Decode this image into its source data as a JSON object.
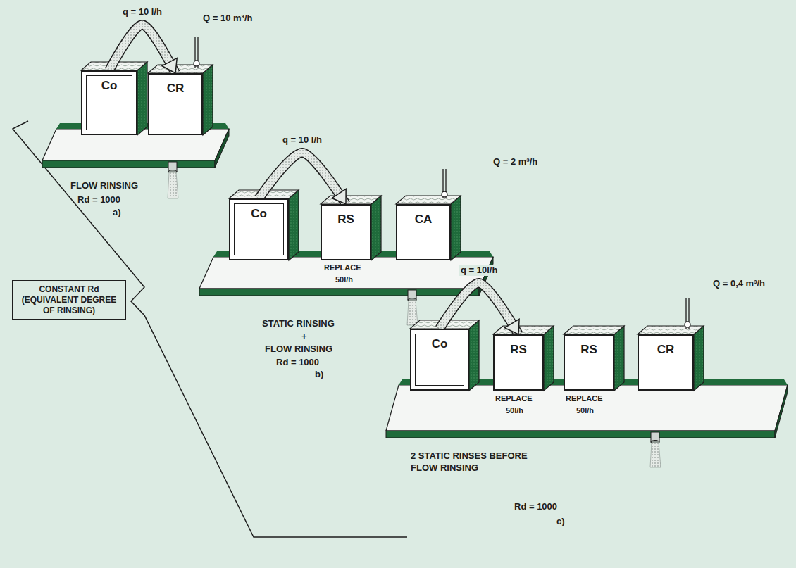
{
  "diagram": {
    "nodes": [
      {
        "text": [
          "Co"
        ]
      },
      {
        "text": [
          "CR"
        ]
      },
      {
        "text": [
          "Co"
        ]
      },
      {
        "text": [
          "RS"
        ]
      },
      {
        "text": [
          "CA"
        ]
      },
      {
        "text": [
          "CONSTANT Rd (EQUIVALENT DEGREE OF RINSING)"
        ]
      },
      {
        "text": [
          "Co"
        ]
      },
      {
        "text": [
          "RS"
        ]
      },
      {
        "text": [
          "RS"
        ]
      },
      {
        "text": [
          "CR"
        ]
      }
    ],
    "edges": [
      {
        "from": 0,
        "to": 1,
        "arrow": "to",
        "label": "q = 10 l/h"
      },
      {
        "from": 2,
        "to": 3,
        "arrow": "to",
        "label": "q = 10 l/h"
      },
      {
        "from": 6,
        "to": 7,
        "arrow": "to",
        "label": "q = 10l/h"
      }
    ],
    "labels": [
      "Q = 10 m³/h",
      "FLOW RINSING",
      "Rd = 1000",
      "a)",
      "Q = 2 m³/h",
      "REPLACE",
      "50l/h",
      "STATIC RINSING",
      "+",
      "FLOW RINSING",
      "Rd = 1000",
      "b)",
      "Q = 0,4 m³/h",
      "REPLACE",
      "50l/h",
      "REPLACE",
      "50l/h",
      "2 STATIC RINSES BEFORE",
      "FLOW RINSING",
      "Rd = 1000",
      "c)"
    ]
  }
}
